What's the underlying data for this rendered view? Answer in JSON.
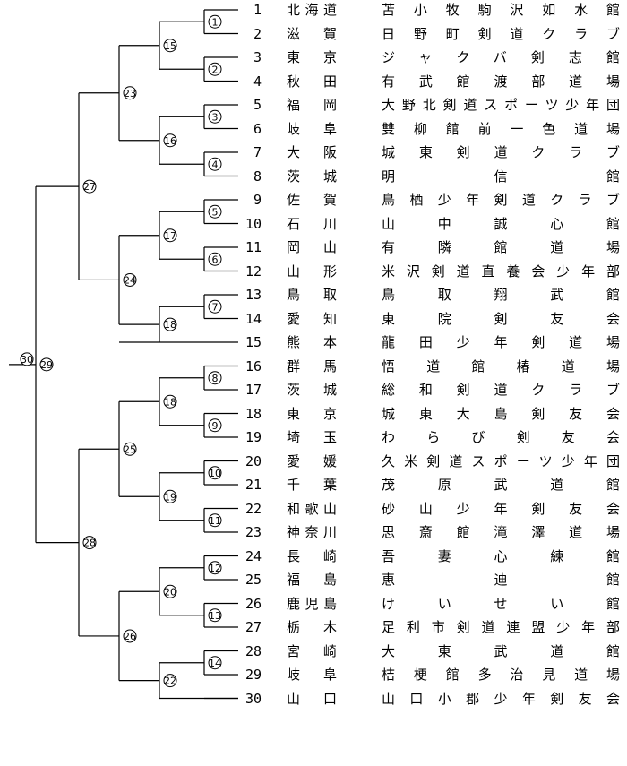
{
  "entries": [
    {
      "seed": "1",
      "prefecture": "北海道",
      "club": "苫小牧駒沢如水館"
    },
    {
      "seed": "2",
      "prefecture": "滋賀",
      "club": "日野町剣道クラブ"
    },
    {
      "seed": "3",
      "prefecture": "東京",
      "club": "ジャクバ剣志館"
    },
    {
      "seed": "4",
      "prefecture": "秋田",
      "club": "有武館渡部道場"
    },
    {
      "seed": "5",
      "prefecture": "福岡",
      "club": "大野北剣道スポーツ少年団"
    },
    {
      "seed": "6",
      "prefecture": "岐阜",
      "club": "雙柳館前一色道場"
    },
    {
      "seed": "7",
      "prefecture": "大阪",
      "club": "城東剣道クラブ"
    },
    {
      "seed": "8",
      "prefecture": "茨城",
      "club": "明信館"
    },
    {
      "seed": "9",
      "prefecture": "佐賀",
      "club": "鳥栖少年剣道クラブ"
    },
    {
      "seed": "10",
      "prefecture": "石川",
      "club": "山中誠心館"
    },
    {
      "seed": "11",
      "prefecture": "岡山",
      "club": "有隣館道場"
    },
    {
      "seed": "12",
      "prefecture": "山形",
      "club": "米沢剣道直養会少年部"
    },
    {
      "seed": "13",
      "prefecture": "鳥取",
      "club": "鳥取翔武館"
    },
    {
      "seed": "14",
      "prefecture": "愛知",
      "club": "東院剣友会"
    },
    {
      "seed": "15",
      "prefecture": "熊本",
      "club": "龍田少年剣道場"
    },
    {
      "seed": "16",
      "prefecture": "群馬",
      "club": "悟道館椿道場"
    },
    {
      "seed": "17",
      "prefecture": "茨城",
      "club": "総和剣道クラブ"
    },
    {
      "seed": "18",
      "prefecture": "東京",
      "club": "城東大島剣友会"
    },
    {
      "seed": "19",
      "prefecture": "埼玉",
      "club": "わらび剣友会"
    },
    {
      "seed": "20",
      "prefecture": "愛媛",
      "club": "久米剣道スポーツ少年団"
    },
    {
      "seed": "21",
      "prefecture": "千葉",
      "club": "茂原武道館"
    },
    {
      "seed": "22",
      "prefecture": "和歌山",
      "club": "砂山少年剣友会"
    },
    {
      "seed": "23",
      "prefecture": "神奈川",
      "club": "思斎館滝澤道場"
    },
    {
      "seed": "24",
      "prefecture": "長崎",
      "club": "吾妻心練館"
    },
    {
      "seed": "25",
      "prefecture": "福島",
      "club": "恵迪館"
    },
    {
      "seed": "26",
      "prefecture": "鹿児島",
      "club": "けいせい館"
    },
    {
      "seed": "27",
      "prefecture": "栃木",
      "club": "足利市剣道連盟少年部"
    },
    {
      "seed": "28",
      "prefecture": "宮崎",
      "club": "大東武道館"
    },
    {
      "seed": "29",
      "prefecture": "岐阜",
      "club": "桔梗館多治見道場"
    },
    {
      "seed": "30",
      "prefecture": "山口",
      "club": "山口小郡少年剣友会"
    }
  ],
  "matches": [
    {
      "number": "1"
    },
    {
      "number": "2"
    },
    {
      "number": "3"
    },
    {
      "number": "4"
    },
    {
      "number": "5"
    },
    {
      "number": "6"
    },
    {
      "number": "7"
    },
    {
      "number": "8"
    },
    {
      "number": "9"
    },
    {
      "number": "10"
    },
    {
      "number": "11"
    },
    {
      "number": "12"
    },
    {
      "number": "13"
    },
    {
      "number": "14"
    },
    {
      "number": "15"
    },
    {
      "number": "16"
    },
    {
      "number": "17"
    },
    {
      "number": "18"
    },
    {
      "number": "19"
    },
    {
      "number": "20"
    },
    {
      "number": "21"
    },
    {
      "number": "22"
    },
    {
      "number": "23"
    },
    {
      "number": "24"
    },
    {
      "number": "25"
    },
    {
      "number": "26"
    },
    {
      "number": "27"
    },
    {
      "number": "28"
    },
    {
      "number": "29"
    },
    {
      "number": "30"
    }
  ]
}
